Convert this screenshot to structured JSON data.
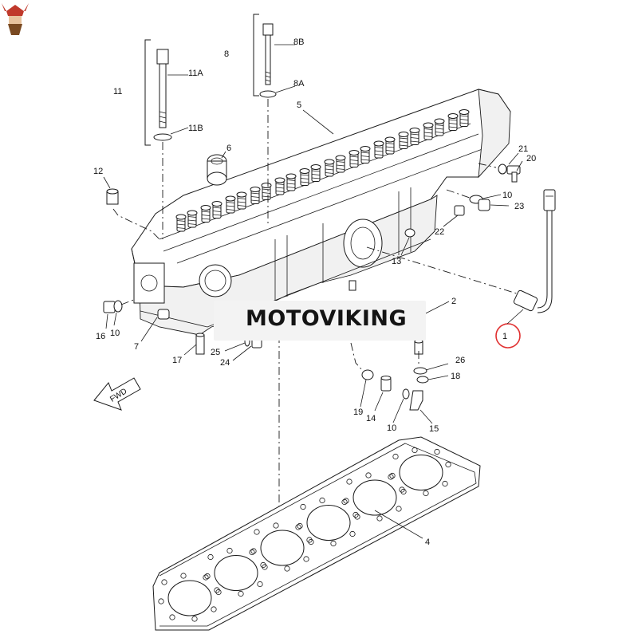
{
  "callouts": {
    "c1": "1",
    "c2": "2",
    "c4": "4",
    "c5": "5",
    "c6": "6",
    "c7": "7",
    "c8": "8",
    "c8a": "8A",
    "c8b": "8B",
    "c10a": "10",
    "c10b": "10",
    "c10c": "10",
    "c11": "11",
    "c11a": "11A",
    "c11b": "11B",
    "c12": "12",
    "c13": "13",
    "c14": "14",
    "c15": "15",
    "c16": "16",
    "c17": "17",
    "c18": "18",
    "c19": "19",
    "c20": "20",
    "c21": "21",
    "c22": "22",
    "c23": "23",
    "c24": "24",
    "c25": "25",
    "c26": "26"
  },
  "direction_label": "FWD",
  "watermark": {
    "text": "MOTOVIKING"
  },
  "colors": {
    "line": "#1a1a1a",
    "highlight_circle": "#e03030",
    "logo_red": "#c0392b",
    "logo_brown": "#7a4a22"
  }
}
